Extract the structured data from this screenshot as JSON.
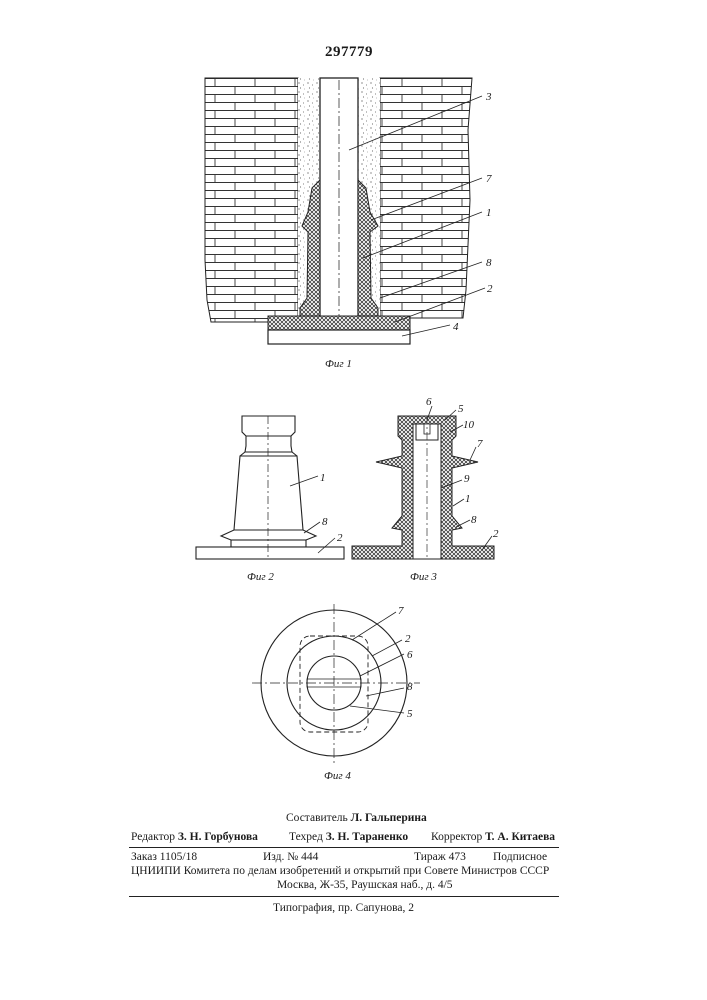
{
  "document": {
    "patent_number": "297779"
  },
  "figures": {
    "fig1": {
      "caption": "Фиг 1",
      "callouts": [
        "3",
        "7",
        "1",
        "8",
        "2",
        "4"
      ]
    },
    "fig2": {
      "caption": "Фиг 2",
      "callouts": [
        "1",
        "8",
        "2"
      ]
    },
    "fig3": {
      "caption": "Фиг 3",
      "callouts": [
        "6",
        "5",
        "10",
        "7",
        "9",
        "1",
        "8",
        "2"
      ]
    },
    "fig4": {
      "caption": "Фиг 4",
      "callouts": [
        "7",
        "2",
        "6",
        "8",
        "5"
      ]
    }
  },
  "imprint": {
    "compiler_label": "Составитель",
    "compiler_name": "Л. Гальперина",
    "editor_label": "Редактор",
    "editor_name": "З. Н. Горбунова",
    "techred_label": "Техред",
    "techred_name": "З. Н. Тараненко",
    "corrector_label": "Корректор",
    "corrector_name": "Т. А. Китаева",
    "order": "Заказ 1105/18",
    "edition": "Изд. № 444",
    "circulation": "Тираж 473",
    "subscription": "Подписное",
    "org_line": "ЦНИИПИ Комитета по делам изобретений и открытий при Совете Министров СССР",
    "address": "Москва, Ж-35, Раушская наб., д. 4/5",
    "printing_house": "Типография, пр. Сапунова, 2"
  }
}
